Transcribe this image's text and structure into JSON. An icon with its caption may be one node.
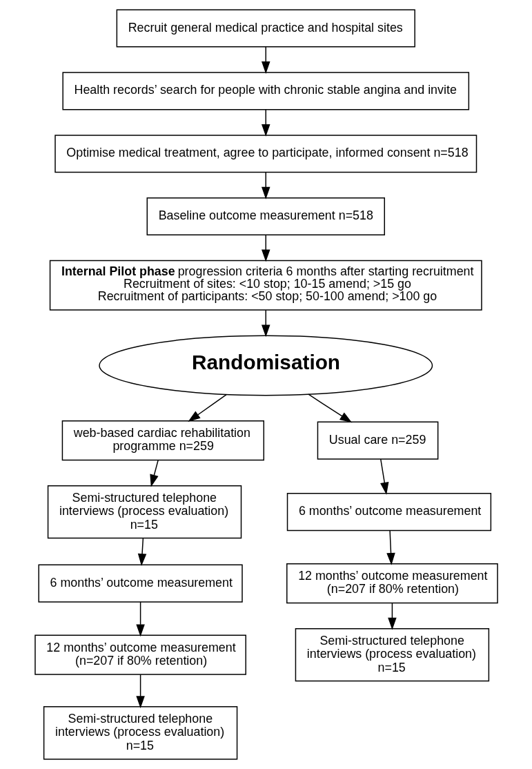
{
  "diagram": {
    "nodes": [
      {
        "text": [
          "Recruit general medical practice and hospital sites"
        ]
      },
      {
        "text": [
          "Health records’ search for people with chronic stable angina and invite"
        ]
      },
      {
        "text": [
          "Optimise medical treatment, agree to participate, informed consent n=518"
        ]
      },
      {
        "text": [
          "Baseline outcome measurement n=518"
        ]
      },
      {
        "text": [
          "**Internal Pilot phase** progression criteria 6 months after starting recruitment",
          "Recruitment of sites: <10 stop; 10-15 amend; >15 go",
          "Recruitment of participants: <50 stop; 50-100 amend; >100 go"
        ]
      },
      {
        "text": [
          "Randomisation"
        ]
      },
      {
        "text": [
          "web-based cardiac rehabilitation programme n=259"
        ]
      },
      {
        "text": [
          "Usual care n=259"
        ]
      },
      {
        "text": [
          "Semi-structured telephone interviews (process evaluation) n=15"
        ]
      },
      {
        "text": [
          "6 months’ outcome measurement"
        ]
      },
      {
        "text": [
          "12 months’ outcome measurement (n=207 if 80% retention)"
        ]
      },
      {
        "text": [
          "Semi-structured telephone interviews (process evaluation) n=15"
        ]
      },
      {
        "text": [
          "6 months’ outcome measurement"
        ]
      },
      {
        "text": [
          "12 months’ outcome measurement (n=207 if 80% retention)"
        ]
      },
      {
        "text": [
          "Semi-structured telephone interviews (process evaluation) n=15"
        ]
      }
    ],
    "edges": [
      {
        "from": 0,
        "to": 1,
        "arrow": "to"
      },
      {
        "from": 1,
        "to": 2,
        "arrow": "to"
      },
      {
        "from": 2,
        "to": 3,
        "arrow": "to"
      },
      {
        "from": 3,
        "to": 4,
        "arrow": "to"
      },
      {
        "from": 4,
        "to": 5,
        "arrow": "to"
      },
      {
        "from": 5,
        "to": 6,
        "arrow": "to"
      },
      {
        "from": 5,
        "to": 7,
        "arrow": "to"
      },
      {
        "from": 6,
        "to": 8,
        "arrow": "to"
      },
      {
        "from": 8,
        "to": 9,
        "arrow": "to"
      },
      {
        "from": 9,
        "to": 10,
        "arrow": "to"
      },
      {
        "from": 10,
        "to": 11,
        "arrow": "to"
      },
      {
        "from": 7,
        "to": 12,
        "arrow": "to"
      },
      {
        "from": 12,
        "to": 13,
        "arrow": "to"
      },
      {
        "from": 13,
        "to": 14,
        "arrow": "to"
      }
    ]
  }
}
